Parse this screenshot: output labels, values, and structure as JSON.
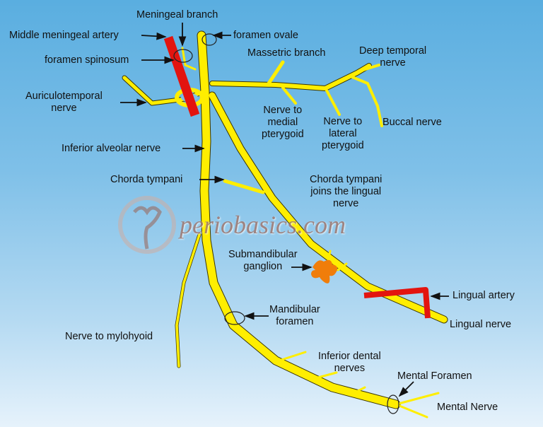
{
  "labels": {
    "meningeal_branch": "Meningeal branch",
    "middle_meningeal_artery": "Middle meningeal artery",
    "foramen_ovale": "foramen ovale",
    "foramen_spinosum": "foramen spinosum",
    "massetric_branch": "Massetric branch",
    "deep_temporal_nerve": "Deep temporal\nnerve",
    "auriculotemporal_nerve": "Auriculotemporal\nnerve",
    "nerve_to_medial_pterygoid": "Nerve to\nmedial\npterygoid",
    "nerve_to_lateral_pterygoid": "Nerve to\nlateral\npterygoid",
    "buccal_nerve": "Buccal nerve",
    "inferior_alveolar_nerve": "Inferior alveolar nerve",
    "chorda_tympani": "Chorda tympani",
    "chorda_tympani_joins": "Chorda tympani\njoins the lingual\nnerve",
    "submandibular_ganglion": "Submandibular\nganglion",
    "lingual_artery": "Lingual artery",
    "lingual_nerve": "Lingual nerve",
    "mandibular_foramen": "Mandibular\nforamen",
    "nerve_to_mylohyoid": "Nerve to mylohyoid",
    "inferior_dental_nerves": "Inferior dental\nnerves",
    "mental_foramen": "Mental Foramen",
    "mental_nerve": "Mental Nerve"
  },
  "watermark": "periobasics.com",
  "colors": {
    "nerve": "#ffee00",
    "artery": "#e3140f",
    "ganglion": "#f07d0a",
    "background_top": "#5aaee0",
    "background_bottom": "#e6f2fb"
  }
}
